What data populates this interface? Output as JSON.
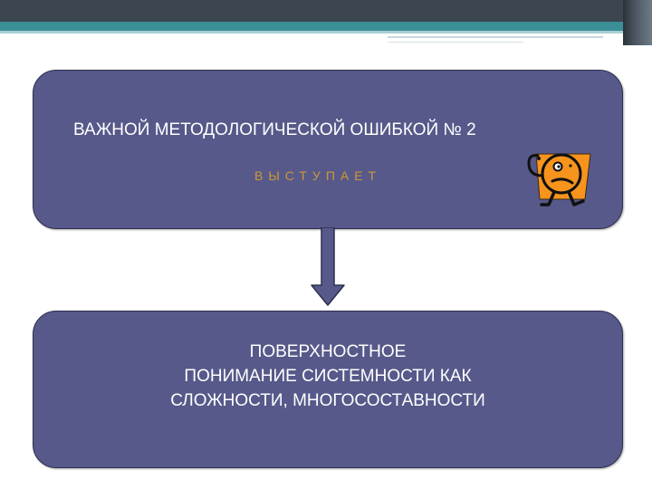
{
  "slide": {
    "top_box": {
      "line1": "ВАЖНОЙ МЕТОДОЛОГИЧЕСКОЙ ОШИБКОЙ № 2",
      "line2": "ВЫСТУПАЕТ"
    },
    "bottom_box": {
      "lines": [
        "ПОВЕРХНОСТНОЕ",
        "ПОНИМАНИЕ СИСТЕМНОСТИ КАК",
        "СЛОЖНОСТИ, МНОГОСОСТАВНОСТИ"
      ]
    },
    "mascot_icon": "confused-character-icon",
    "arrow_icon": "down-arrow-icon"
  },
  "colors": {
    "box_fill": "#57598a",
    "accent_text": "#cc9933",
    "header_teal": "#3a8f96",
    "mascot_orange": "#f7941d"
  }
}
